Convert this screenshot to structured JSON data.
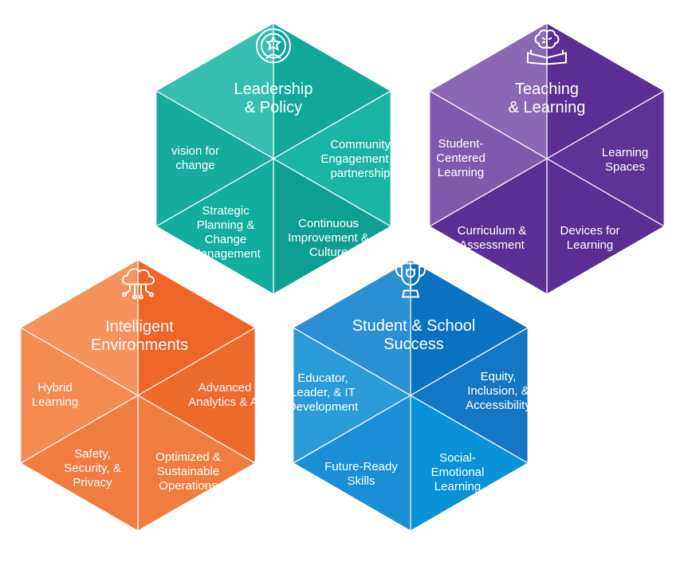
{
  "clusters": [
    {
      "id": "leadership",
      "title": "Leadership\n& Policy",
      "icon": "leader-star-icon",
      "colors": {
        "top": "#11a89a",
        "upper": "#1ab4a4",
        "upperleft": "#36bfb0",
        "lowerleft": "#15ab9d",
        "lower": "#12ad9e",
        "lowerright": "#0f9f92"
      },
      "items": [
        "vision for\nchange",
        "Community\nEngagement &\npartnership",
        "Strategic\nPlanning &\nChange\nManagement",
        "Continuous\nImprovement &\nCulture"
      ]
    },
    {
      "id": "teaching",
      "title": "Teaching\n& Learning",
      "icon": "brain-book-icon",
      "colors": {
        "top": "#5a2e93",
        "upper": "#5e3396",
        "upperleft": "#8a68b3",
        "lowerleft": "#7f5aad",
        "lower": "#5b3095",
        "lowerright": "#5a2e93"
      },
      "items": [
        "Student-\nCentered\nLearning",
        "Learning\nSpaces",
        "Curriculum &\nAssessment",
        "Devices for\nLearning"
      ]
    },
    {
      "id": "environments",
      "title": "Intelligent\nEnvironments",
      "icon": "cloud-network-icon",
      "colors": {
        "top": "#ef6428",
        "upper": "#ee6a2c",
        "upperleft": "#f5935c",
        "lowerleft": "#f48b4f",
        "lower": "#f07d3f",
        "lowerright": "#f07d3f"
      },
      "items": [
        "Hybrid\nLearning",
        "Advanced\nAnalytics & AI",
        "Safety,\nSecurity, &\nPrivacy",
        "Optimized &\nSustainable\nOperations"
      ]
    },
    {
      "id": "student",
      "title": "Student & School\nSuccess",
      "icon": "trophy-icon",
      "colors": {
        "top": "#0b72c0",
        "upper": "#1577c3",
        "upperleft": "#2c8ed3",
        "lowerleft": "#2a9ad8",
        "lower": "#1a8fd6",
        "lowerright": "#0993d6"
      },
      "items": [
        "Educator,\nLeader, & IT\nDevelopment",
        "Equity,\nInclusion, &\nAccessibility",
        "Future-Ready\nSkills",
        "Social-\nEmotional\nLearning"
      ]
    }
  ]
}
